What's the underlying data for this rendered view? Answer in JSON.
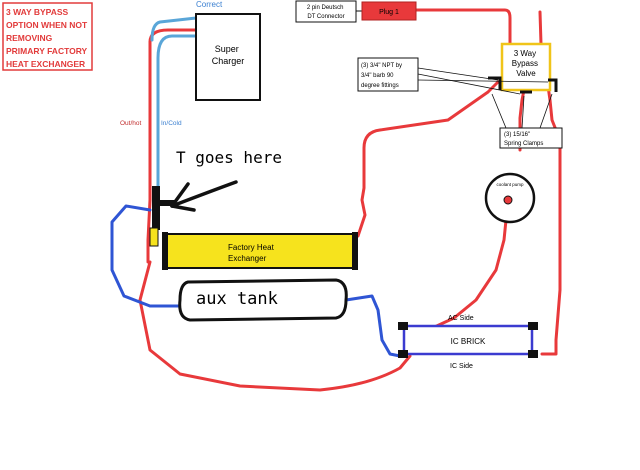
{
  "title_box": {
    "lines": [
      "3 WAY BYPASS",
      "OPTION WHEN NOT",
      "REMOVING",
      "PRIMARY FACTORY",
      "HEAT EXCHANGER"
    ],
    "color": "#e23b3b"
  },
  "labels": {
    "correct": "Correct",
    "out_hot": "Out/hot",
    "in_cold": "In/Cold",
    "t_goes_here": "T goes here",
    "aux_tank": "aux tank",
    "ac_side": "AC Side",
    "ic_side": "IC Side",
    "ic_brick": "IC BRICK",
    "coolant_pump": "coolant pump"
  },
  "boxes": {
    "supercharger": [
      "Super",
      "Charger"
    ],
    "connector": [
      "2 pin Deutsch",
      "DT Connector"
    ],
    "plug": "Plug 1",
    "bypass_valve": [
      "3 Way",
      "Bypass",
      "Valve"
    ],
    "fittings": [
      "(3) 3/4\" NPT by",
      "3/4\" barb 90",
      "degree fittings"
    ],
    "clamps": [
      "(3) 15/16\"",
      "Spring Clamps"
    ],
    "heat_exchanger": [
      "Factory Heat",
      "Exchanger"
    ]
  },
  "colors": {
    "hot_line": "#e8393b",
    "cold_line": "#2f55d4",
    "supercharger_line": "#5aa6d8",
    "exchanger_fill": "#f6e31d",
    "valve_border": "#f0c419",
    "brick_border": "#3b3bd0"
  }
}
